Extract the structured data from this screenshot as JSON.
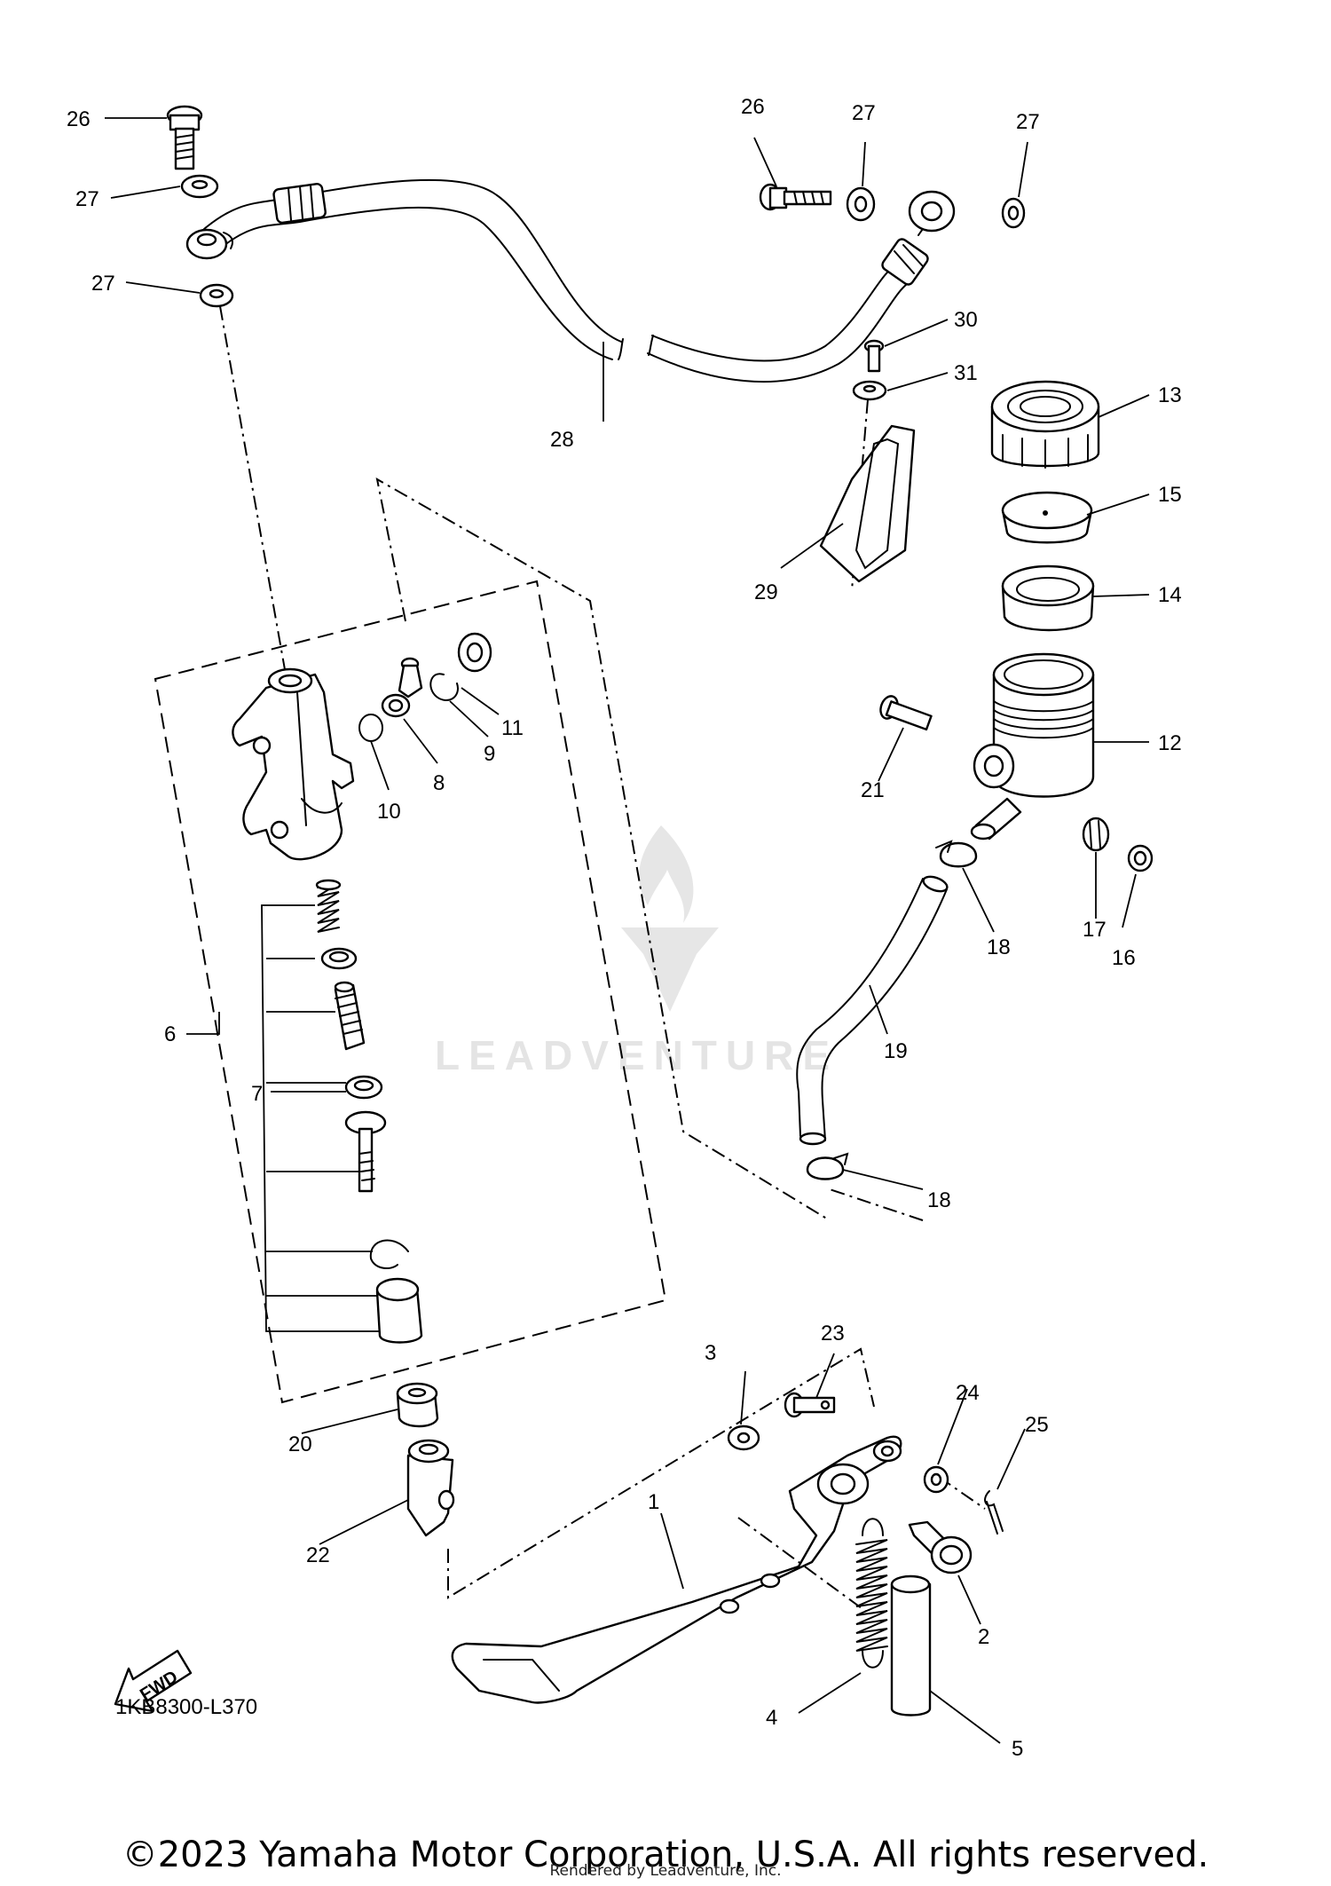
{
  "callouts": [
    "1",
    "2",
    "3",
    "4",
    "5",
    "6",
    "7",
    "8",
    "9",
    "10",
    "11",
    "12",
    "13",
    "14",
    "15",
    "16",
    "17",
    "18",
    "18",
    "19",
    "20",
    "21",
    "22",
    "23",
    "24",
    "25",
    "26",
    "26",
    "27",
    "27",
    "27",
    "27",
    "28",
    "29",
    "30",
    "31"
  ],
  "fwd_label": "FWD",
  "diagram_code": "1KB8300-L370",
  "watermark": "LEADVENTURE",
  "copyright": "©2023 Yamaha Motor Corporation, U.S.A. All rights reserved.",
  "rendered_by": "Rendered by Leadventure, Inc."
}
